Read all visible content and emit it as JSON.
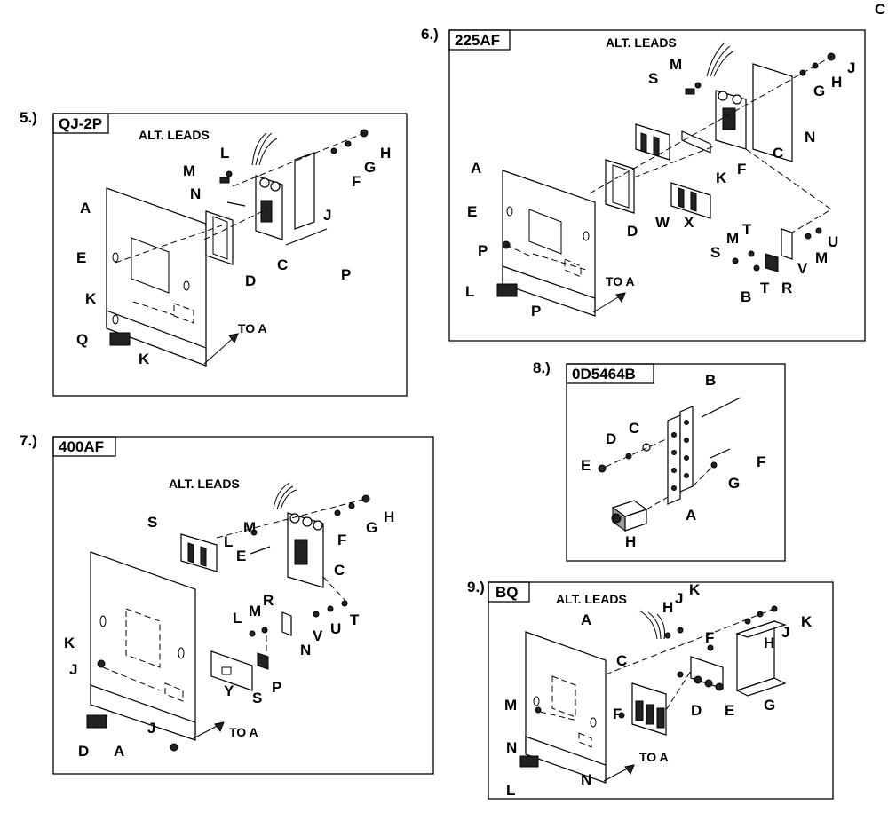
{
  "corner_mark": "C",
  "alt_leads": "ALT. LEADS",
  "to_a": "TO A",
  "panels": [
    {
      "number": "5.)",
      "title": "QJ-2P",
      "labels": [
        "A",
        "E",
        "K",
        "Q",
        "K",
        "M",
        "L",
        "N",
        "D",
        "C",
        "P",
        "J",
        "F",
        "G",
        "H"
      ]
    },
    {
      "number": "6.)",
      "title": "225AF",
      "labels": [
        "A",
        "E",
        "P",
        "L",
        "P",
        "S",
        "M",
        "D",
        "W",
        "X",
        "K",
        "F",
        "C",
        "N",
        "G",
        "H",
        "J",
        "S",
        "M",
        "T",
        "U",
        "M",
        "V",
        "R",
        "T",
        "B"
      ]
    },
    {
      "number": "7.)",
      "title": "400AF",
      "labels": [
        "S",
        "K",
        "J",
        "D",
        "A",
        "J",
        "L",
        "M",
        "E",
        "F",
        "G",
        "H",
        "C",
        "L",
        "M",
        "R",
        "N",
        "V",
        "U",
        "T",
        "P",
        "Y",
        "S"
      ]
    },
    {
      "number": "8.)",
      "title": "0D5464B",
      "labels": [
        "B",
        "E",
        "D",
        "C",
        "F",
        "G",
        "A",
        "H"
      ]
    },
    {
      "number": "9.)",
      "title": "BQ",
      "labels": [
        "A",
        "H",
        "J",
        "K",
        "F",
        "C",
        "F",
        "M",
        "N",
        "D",
        "E",
        "H",
        "J",
        "K",
        "G",
        "L",
        "N"
      ]
    }
  ]
}
